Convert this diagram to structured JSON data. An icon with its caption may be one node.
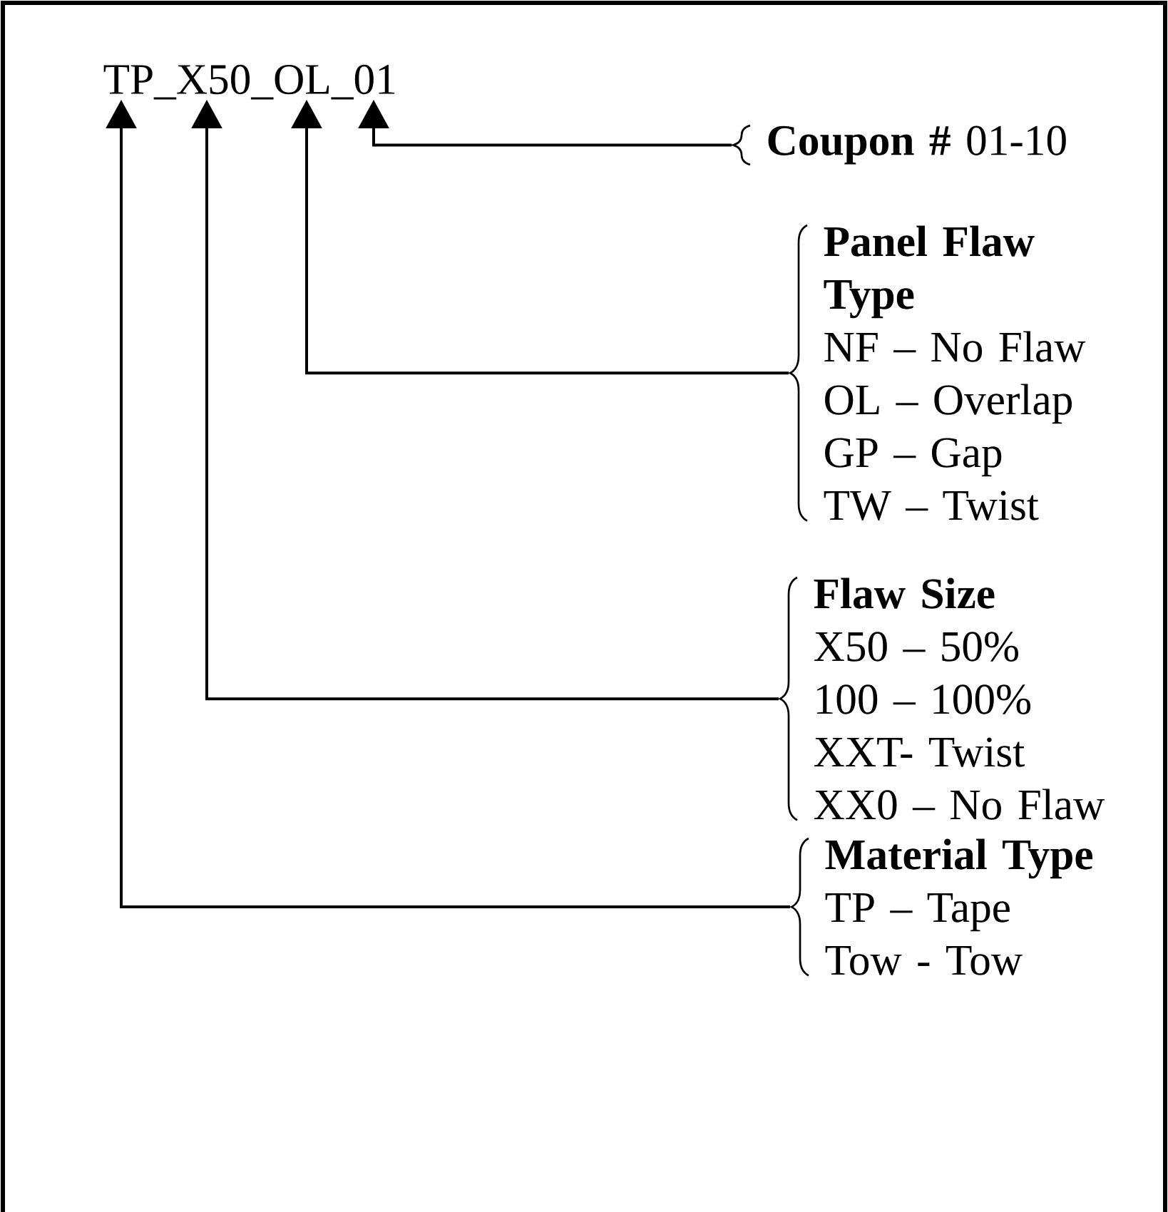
{
  "diagram": {
    "nodes": [
      {
        "text": [
          "TP_X50_OL_01"
        ]
      },
      {
        "text": [
          "**Coupon #** 01-10"
        ]
      },
      {
        "text": [
          "Panel Flaw Type",
          "NF – No Flaw",
          "OL – Overlap",
          "GP – Gap",
          "TW – Twist"
        ]
      },
      {
        "text": [
          "Flaw Size",
          "X50 – 50%",
          "100 – 100%",
          "XXT- Twist",
          "XX0 – No Flaw"
        ]
      },
      {
        "text": [
          "Material Type",
          "TP – Tape",
          "Tow - Tow"
        ]
      }
    ],
    "edges": [
      {
        "from": 1,
        "to": 0,
        "arrow": "to"
      },
      {
        "from": 2,
        "to": 0,
        "arrow": "to"
      },
      {
        "from": 3,
        "to": 0,
        "arrow": "to"
      },
      {
        "from": 4,
        "to": 0,
        "arrow": "to"
      }
    ]
  }
}
